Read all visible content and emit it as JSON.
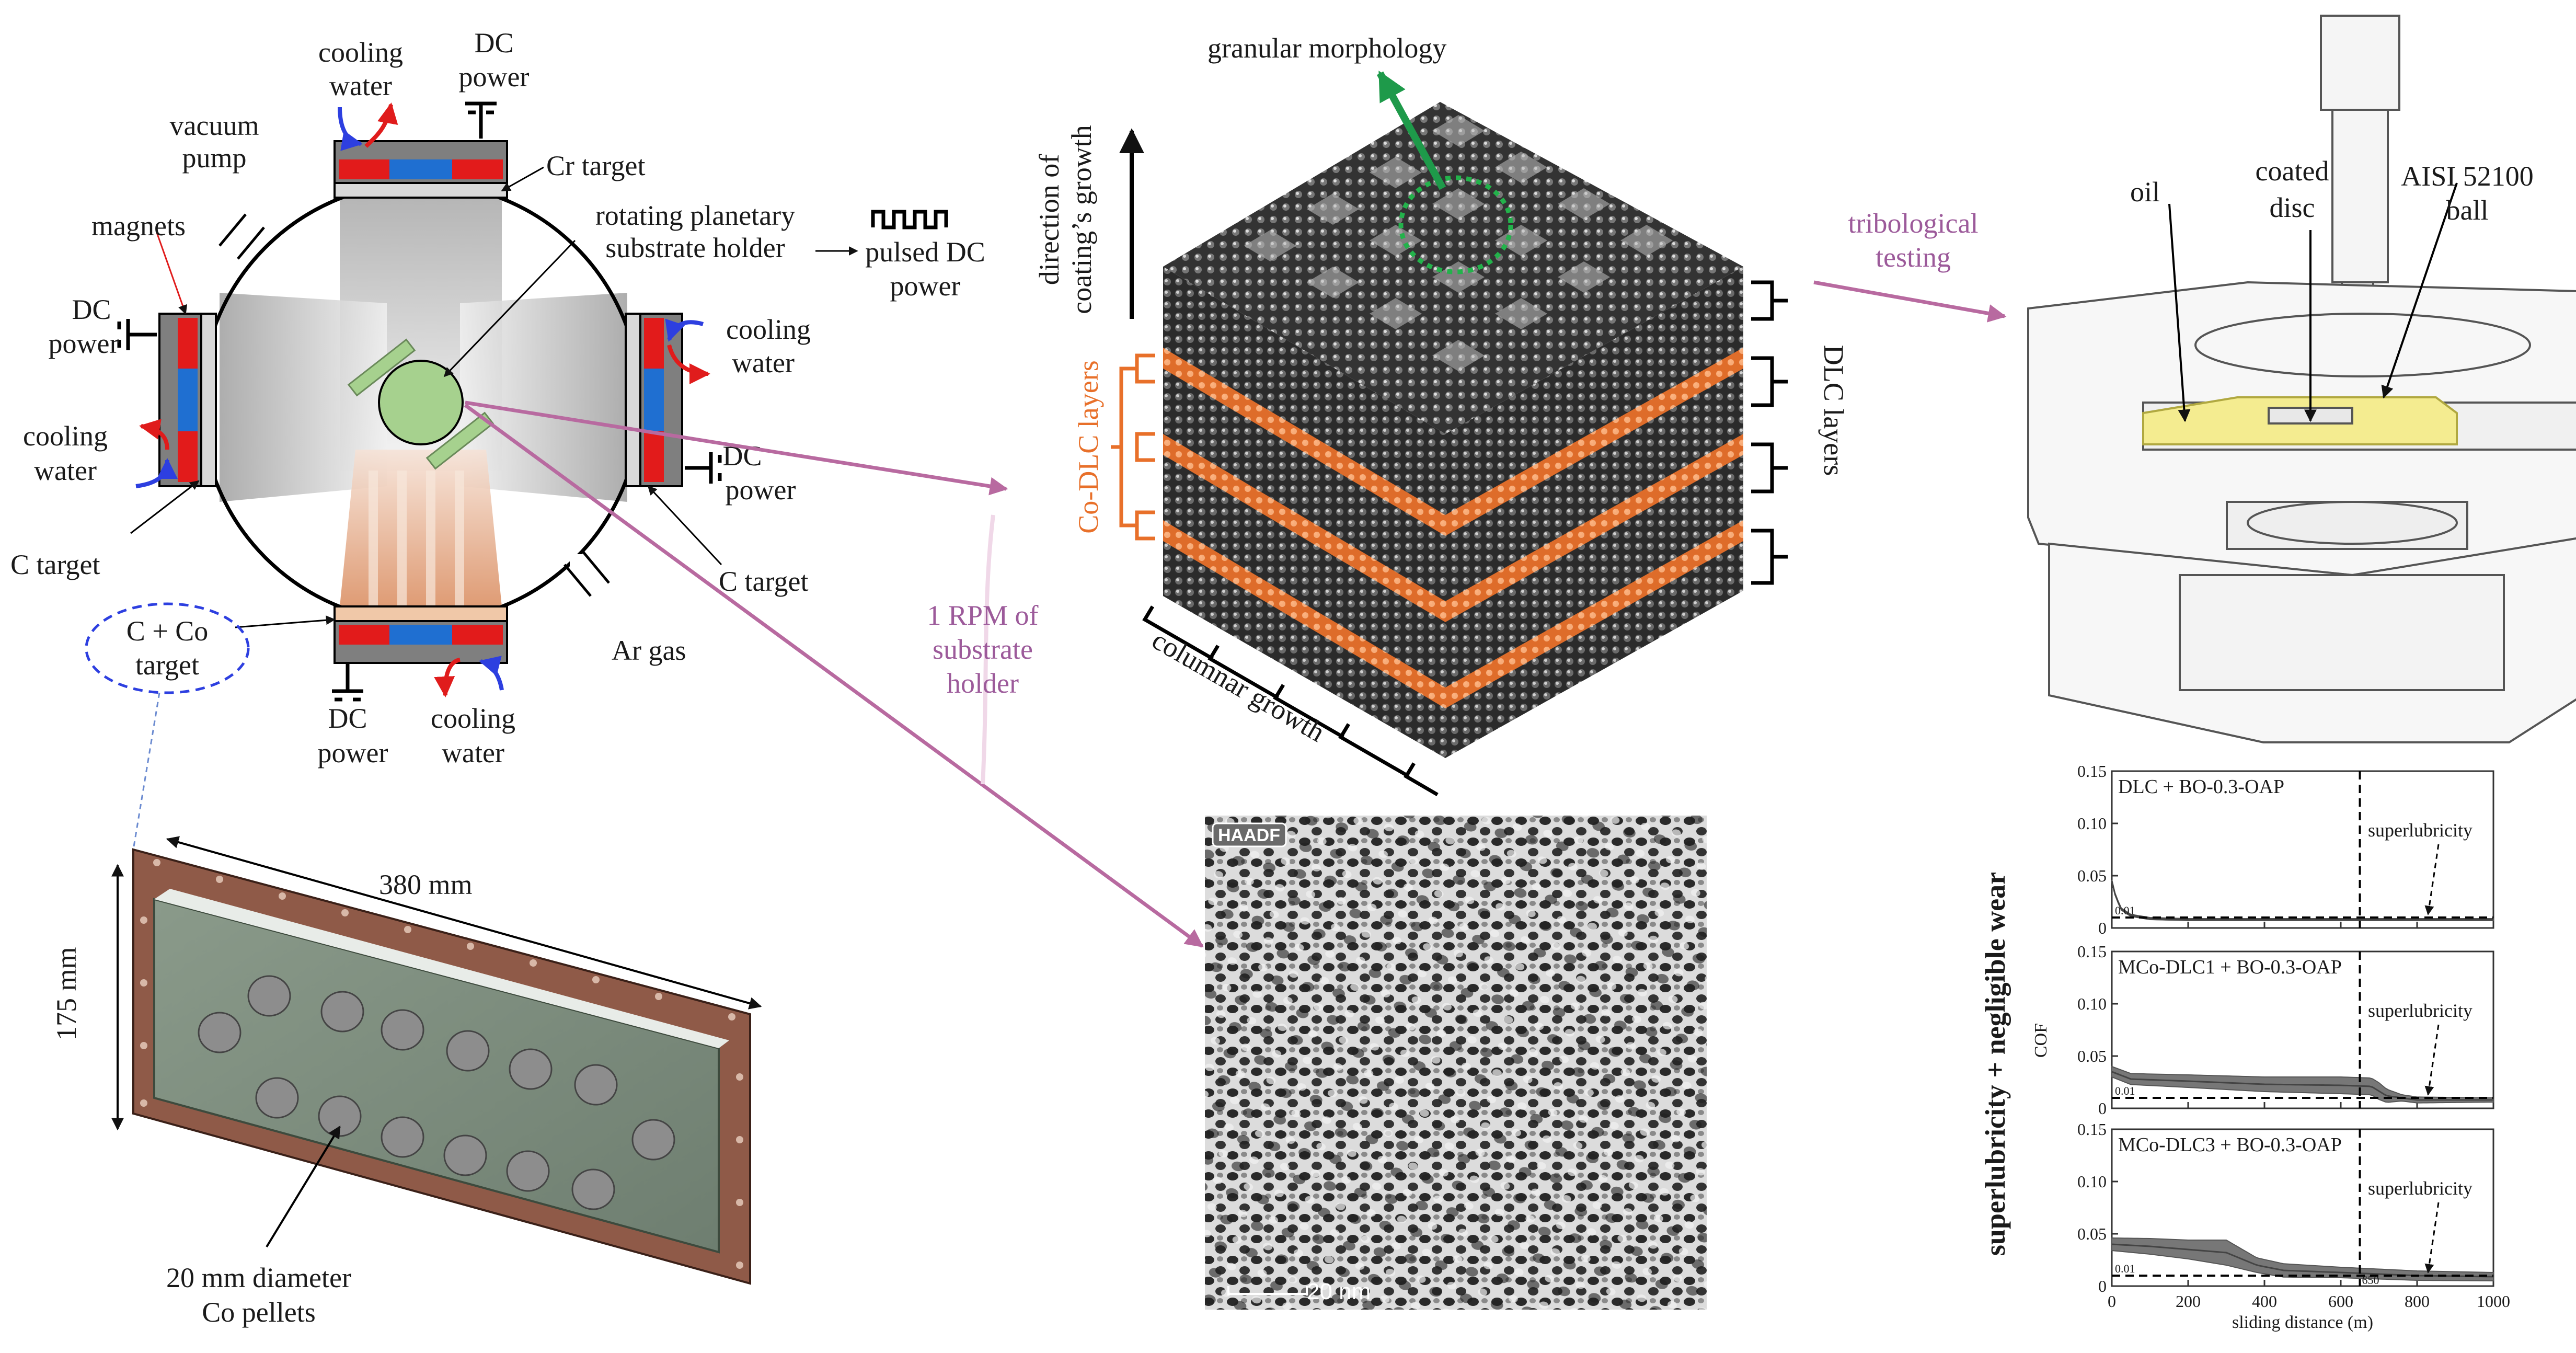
{
  "chamber": {
    "cooling_water_top": [
      "cooling",
      "water"
    ],
    "dc_power_top": [
      "DC",
      "power"
    ],
    "vacuum_pump": [
      "vacuum",
      "pump"
    ],
    "cr_target": "Cr target",
    "magnets": "magnets",
    "rotating_holder": [
      "rotating planetary",
      "substrate holder"
    ],
    "pulsed_dc": [
      "pulsed DC",
      "power"
    ],
    "dc_power_left": [
      "DC",
      "power"
    ],
    "cooling_water_right": [
      "cooling",
      "water"
    ],
    "cooling_water_left": [
      "cooling",
      "water"
    ],
    "dc_power_right": [
      "DC",
      "power"
    ],
    "c_target_left": "C target",
    "c_target_right": "C target",
    "c_co_target": [
      "C + Co",
      "target"
    ],
    "ar_gas": "Ar gas",
    "dc_power_bottom": [
      "DC",
      "power"
    ],
    "cooling_water_bottom": [
      "cooling",
      "water"
    ]
  },
  "plate": {
    "width_label": "380 mm",
    "height_label": "175 mm",
    "pellets_label": [
      "20 mm diameter",
      "Co pellets"
    ]
  },
  "center": {
    "rpm_label": [
      "1 RPM of",
      "substrate",
      "holder"
    ]
  },
  "cube": {
    "granular": "granular morphology",
    "growth_direction": [
      "direction of",
      "coating’s growth"
    ],
    "co_dlc_layers": "Co-DLC layers",
    "dlc_layers": "DLC layers",
    "columnar": "columnar growth"
  },
  "haadf": {
    "badge": "HAADF",
    "scale_bar": "20 nm"
  },
  "tribo": {
    "arrow_label": [
      "tribological",
      "testing"
    ],
    "oil": "oil",
    "coated_disc": [
      "coated",
      "disc"
    ],
    "ball": [
      "AISI 52100",
      "ball"
    ]
  },
  "chart_data": {
    "type": "line",
    "side_label": "superlubricity + negligible wear",
    "ylabel": "COF",
    "xlabel": "sliding distance (m)",
    "x_ticks": [
      "0",
      "200",
      "400",
      "600",
      "800",
      "1000"
    ],
    "y_ticks": [
      "0",
      "0.05",
      "0.10",
      "0.15"
    ],
    "xlim": [
      0,
      1000
    ],
    "ylim": [
      0,
      0.15
    ],
    "ref_y": 0.01,
    "ref_y_label": "0.01",
    "ref_x": 650,
    "ref_x_label": "650",
    "annotation": "superlubricity",
    "panels": [
      {
        "name": "DLC + BO-0.3-OAP",
        "mean": [
          [
            0,
            0.045
          ],
          [
            10,
            0.03
          ],
          [
            25,
            0.018
          ],
          [
            50,
            0.012
          ],
          [
            100,
            0.009
          ],
          [
            200,
            0.008
          ],
          [
            400,
            0.008
          ],
          [
            650,
            0.008
          ],
          [
            1000,
            0.008
          ]
        ],
        "band": [
          [
            0,
            0.001
          ],
          [
            100,
            0.001
          ],
          [
            1000,
            0.001
          ]
        ]
      },
      {
        "name": "MCo-DLC1 + BO-0.3-OAP",
        "mean": [
          [
            0,
            0.035
          ],
          [
            50,
            0.028
          ],
          [
            200,
            0.026
          ],
          [
            400,
            0.023
          ],
          [
            600,
            0.022
          ],
          [
            680,
            0.021
          ],
          [
            720,
            0.012
          ],
          [
            800,
            0.008
          ],
          [
            1000,
            0.008
          ]
        ],
        "band": [
          [
            0,
            0.005
          ],
          [
            200,
            0.006
          ],
          [
            400,
            0.007
          ],
          [
            600,
            0.008
          ],
          [
            700,
            0.008
          ],
          [
            760,
            0.003
          ],
          [
            1000,
            0.002
          ]
        ]
      },
      {
        "name": "MCo-DLC3 + BO-0.3-OAP",
        "mean": [
          [
            0,
            0.04
          ],
          [
            100,
            0.038
          ],
          [
            200,
            0.035
          ],
          [
            300,
            0.032
          ],
          [
            380,
            0.02
          ],
          [
            450,
            0.015
          ],
          [
            600,
            0.013
          ],
          [
            800,
            0.01
          ],
          [
            1000,
            0.009
          ]
        ],
        "band": [
          [
            0,
            0.006
          ],
          [
            200,
            0.009
          ],
          [
            300,
            0.012
          ],
          [
            380,
            0.007
          ],
          [
            600,
            0.005
          ],
          [
            1000,
            0.004
          ]
        ]
      }
    ]
  }
}
